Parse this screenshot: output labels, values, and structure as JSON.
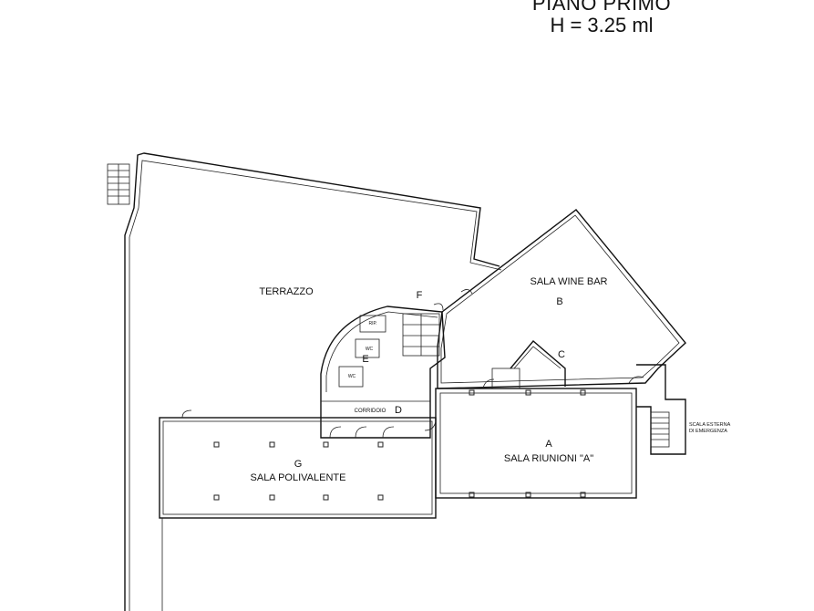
{
  "title": {
    "line1": "PIANO PRIMO",
    "line2": "H = 3.25 ml"
  },
  "rooms": {
    "terrazzo": "TERRAZZO",
    "f": "F",
    "wine_bar_name": "SALA WINE BAR",
    "wine_bar_letter": "B",
    "c": "C",
    "rip": "RIP.",
    "wc1": "WC",
    "e": "E",
    "wc2": "WC",
    "corridoio": "CORRIDOIO",
    "d": "D",
    "a_letter": "A",
    "a_name": "SALA RIUNIONI \"A\"",
    "g_letter": "G",
    "g_name": "SALA POLIVALENTE"
  },
  "annotations": {
    "stair_line1": "SCALA ESTERNA",
    "stair_line2": "DI EMERGENZA"
  }
}
